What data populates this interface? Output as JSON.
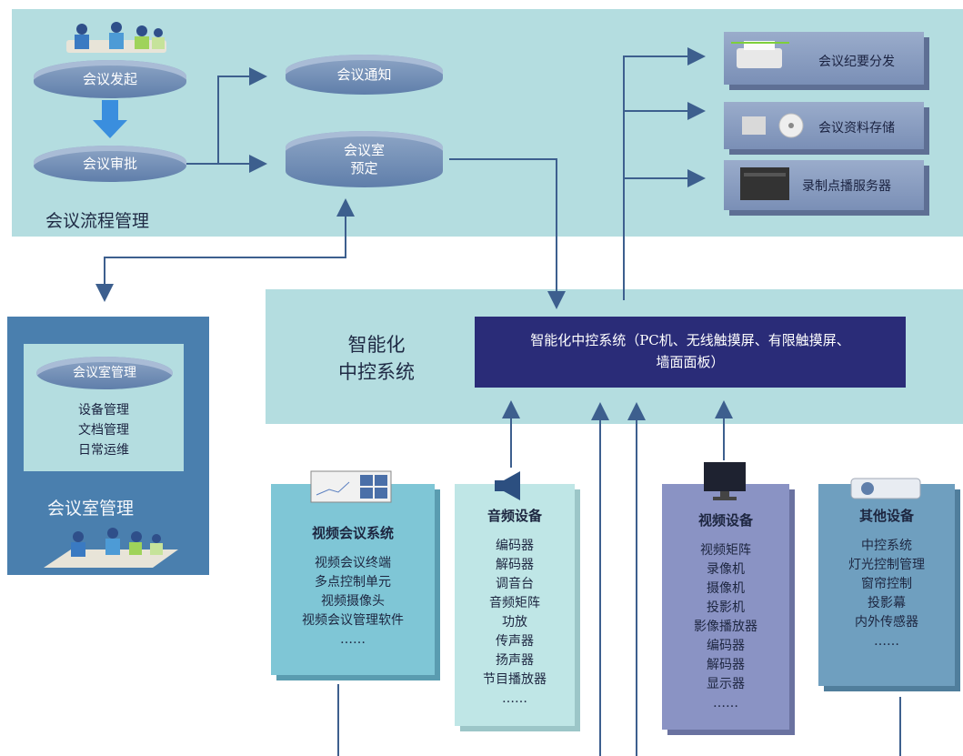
{
  "process": {
    "title": "会议流程管理",
    "initiate": "会议发起",
    "approve": "会议审批",
    "notify": "会议通知",
    "room_line1": "会议室",
    "room_line2": "预定"
  },
  "outputs": {
    "minutes": "会议纪要分发",
    "storage": "会议资料存储",
    "server": "录制点播服务器"
  },
  "control": {
    "title_line1": "智能化",
    "title_line2": "中控系统",
    "box_line1": "智能化中控系统（PC机、无线触摸屏、有限触摸屏、",
    "box_line2": "墙面面板）"
  },
  "room_mgmt": {
    "header": "会议室管理",
    "items": [
      "设备管理",
      "文档管理",
      "日常运维"
    ],
    "title": "会议室管理"
  },
  "devices": [
    {
      "head": "视频会议系统",
      "items": [
        "视频会议终端",
        "多点控制单元",
        "视频摄像头",
        "视频会议管理软件",
        "……"
      ]
    },
    {
      "head": "音频设备",
      "items": [
        "编码器",
        "解码器",
        "调音台",
        "音频矩阵",
        "功放",
        "传声器",
        "扬声器",
        "节目播放器",
        "……"
      ]
    },
    {
      "head": "视频设备",
      "items": [
        "视频矩阵",
        "录像机",
        "摄像机",
        "投影机",
        "影像播放器",
        "编码器",
        "解码器",
        "显示器",
        "……"
      ]
    },
    {
      "head": "其他设备",
      "items": [
        "中控系统",
        "灯光控制管理",
        "窗帘控制",
        "投影幕",
        "内外传感器",
        "……"
      ]
    }
  ],
  "colors": {
    "band": "#b4dde0",
    "arrow": "#3d5f8e",
    "control_box": "#2a2c78",
    "vc_panel": "#7fc6d6",
    "audio_panel": "#bfe6e6",
    "video_panel": "#8a93c4",
    "other_panel": "#6f9fbf",
    "room_panel": "#4a7fae"
  }
}
